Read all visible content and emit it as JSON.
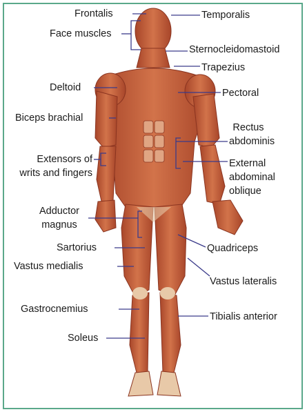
{
  "labels": {
    "frontalis": "Frontalis",
    "face_muscles": "Face muscles",
    "deltoid": "Deltoid",
    "biceps": "Biceps brachial",
    "extensors_1": "Extensors of",
    "extensors_2": "writs and fingers",
    "adductor_1": "Adductor",
    "adductor_2": "magnus",
    "sartorius": "Sartorius",
    "vastus_medialis": "Vastus medialis",
    "gastrocnemius": "Gastrocnemius",
    "soleus": "Soleus",
    "temporalis": "Temporalis",
    "sternocleidomastoid": "Sternocleidomastoid",
    "trapezius": "Trapezius",
    "pectoral": "Pectoral",
    "rectus_1": "Rectus",
    "rectus_2": "abdominis",
    "external_1": "External",
    "external_2": "abdominal",
    "external_3": "oblique",
    "quadriceps": "Quadriceps",
    "vastus_lateralis": "Vastus lateralis",
    "tibialis": "Tibialis anterior"
  },
  "colors": {
    "frame": "#5aa88a",
    "leader_line": "#3a3a8a",
    "muscle": "#c8623c",
    "muscle_dark": "#9c3a22",
    "tendon": "#e8c9a8"
  }
}
